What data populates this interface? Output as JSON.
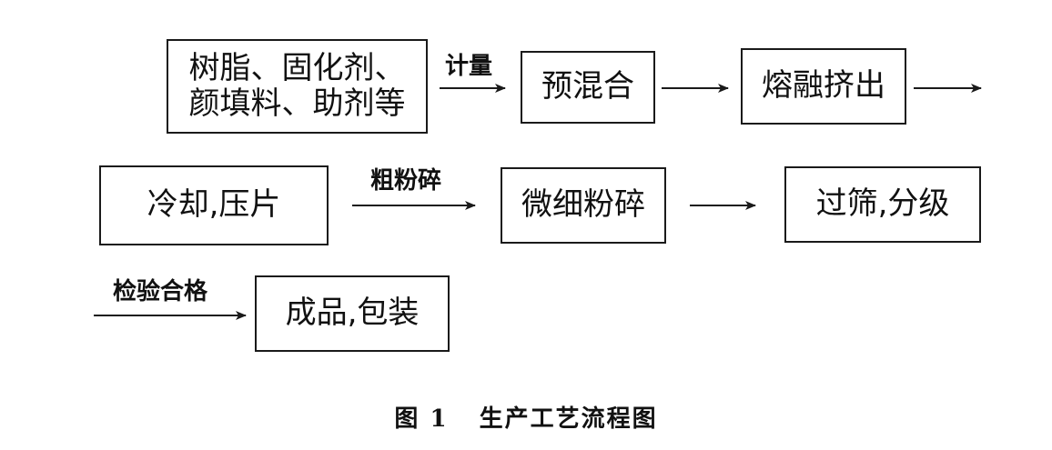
{
  "steps": {
    "raw_materials": [
      "树脂、固化剂、",
      "颜填料、助剂等"
    ],
    "premix": "预混合",
    "melt_extrude": "熔融挤出",
    "cool_press": "冷却,压片",
    "fine_grind": "微细粉碎",
    "sieve_grade": "过筛,分级",
    "product_pack": "成品,包装"
  },
  "arrow_labels": {
    "metering": "计量",
    "coarse_grind": "粗粉碎",
    "inspection": "检验合格"
  },
  "caption": {
    "number": "图 1",
    "title": "生产工艺流程图"
  }
}
